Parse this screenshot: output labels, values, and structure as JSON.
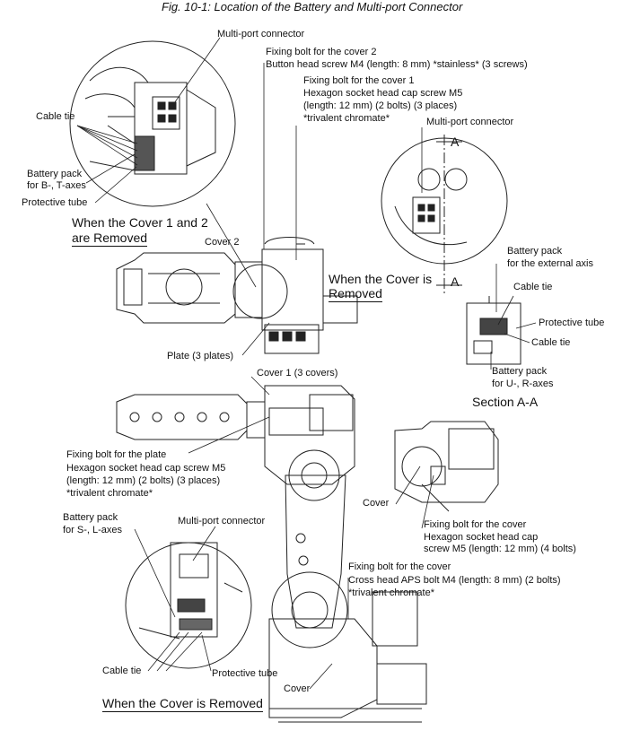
{
  "figure": {
    "title": "Fig. 10-1: Location of the Battery and Multi-port Connector"
  },
  "labels": {
    "multiport_top": "Multi-port connector",
    "cable_tie_top": "Cable tie",
    "battery_bt_1": "Battery pack",
    "battery_bt_2": "for B-, T-axes",
    "protective_tube_top": "Protective tube",
    "view_cover12_1": "When the Cover 1 and 2",
    "view_cover12_2": "are Removed",
    "cover2": "Cover 2",
    "fix_cover2_1": "Fixing bolt for the cover 2",
    "fix_cover2_2": "Button head screw M4 (length: 8 mm) *stainless* (3 screws)",
    "fix_cover1_1": "Fixing bolt for the cover 1",
    "fix_cover1_2": "Hexagon socket head cap screw M5",
    "fix_cover1_3": "(length: 12 mm) (2 bolts) (3 places)",
    "fix_cover1_4": "*trivalent chromate*",
    "multiport_section": "Multi-port connector",
    "section_a_top": "A",
    "section_a_bottom": "A",
    "view_cover_mid_1": "When the Cover is",
    "view_cover_mid_2": "Removed",
    "battery_ext_1": "Battery pack",
    "battery_ext_2": "for the external axis",
    "cable_tie_sec_1": "Cable tie",
    "protective_tube_sec": "Protective tube",
    "cable_tie_sec_2": "Cable tie",
    "battery_ur_1": "Battery pack",
    "battery_ur_2": "for U-, R-axes",
    "section_aa": "Section A-A",
    "plate": "Plate (3 plates)",
    "cover1": "Cover 1 (3 covers)",
    "fix_plate_1": "Fixing bolt for the plate",
    "fix_plate_2": "Hexagon socket head cap screw M5",
    "fix_plate_3": "(length: 12 mm) (2 bolts) (3 places)",
    "fix_plate_4": "*trivalent chromate*",
    "cover_right": "Cover",
    "fix_cover_right_1": "Fixing bolt for the cover",
    "fix_cover_right_2": "Hexagon socket head cap",
    "fix_cover_right_3": "screw M5 (length: 12 mm) (4 bolts)",
    "battery_sl_1": "Battery pack",
    "battery_sl_2": "for S-, L-axes",
    "multiport_bottom": "Multi-port connector",
    "fix_cover_bottom_1": "Fixing bolt for the cover",
    "fix_cover_bottom_2": "Cross head APS bolt M4 (length: 8 mm) (2 bolts)",
    "fix_cover_bottom_3": "*trivalent chromate*",
    "cable_tie_bottom": "Cable tie",
    "protective_tube_bottom": "Protective tube",
    "view_cover_bottom": "When the Cover is Removed",
    "cover_bottom": "Cover"
  }
}
